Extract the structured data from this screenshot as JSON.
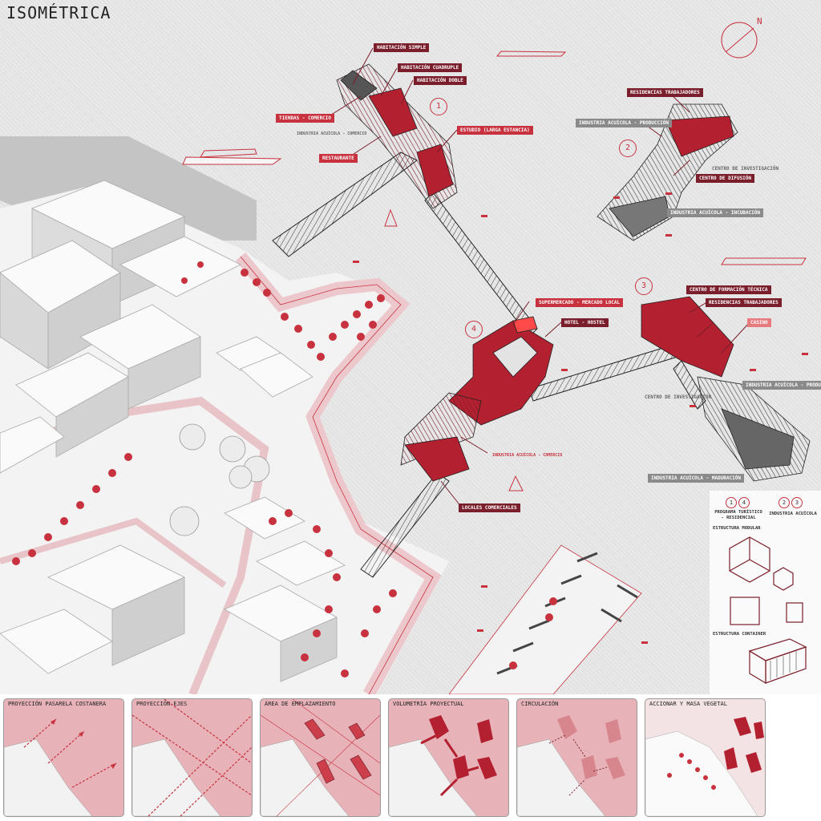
{
  "title": "ISOMÉTRICA",
  "compass": "N",
  "numbers": [
    "1",
    "2",
    "3",
    "4"
  ],
  "labels": {
    "hab_simple": "HABITACIÓN SIMPLE",
    "hab_cuadruple": "HABITACIÓN CUADRUPLE",
    "hab_doble": "HABITACIÓN DOBLE",
    "tiendas": "TIENDAS - COMERCIO",
    "ind_comercio_1": "INDUSTRIA ACUÍCOLA - COMERCIO",
    "estudio": "ESTUDIO (LARGA ESTANCIA)",
    "restaurante": "RESTAURANTE",
    "residencias_2": "RESIDENCIAS TRABAJADORES",
    "ind_produccion_2": "INDUSTRIA ACUÍCOLA - PRODUCCIÓN",
    "centro_invest_2": "CENTRO DE INVESTIGACIÓN",
    "centro_difusion": "CENTRO DE DIFUSIÓN",
    "ind_incubacion": "INDUSTRIA ACUÍCOLA - INCUBACIÓN",
    "centro_formacion": "CENTRO DE FORMACIÓN TÉCNICA",
    "residencias_3": "RESIDENCIAS TRABAJADORES",
    "casino": "CASINO",
    "supermercado": "SUPERMERCADO - MERCADO LOCAL",
    "hotel": "HOTEL - HOSTEL",
    "centro_invest_3": "CENTRO DE INVESTIGACIÓN",
    "ind_produccion_3": "INDUSTRIA ACUÍCOLA - PRODUCCIÓN",
    "ind_comercio_4": "INDUSTRIA ACUÍCOLA - COMERCIO",
    "ind_maduracion": "INDUSTRIA ACUÍCOLA - MADURACIÓN",
    "locales": "LOCALES COMERCIALES"
  },
  "legend": {
    "group_a_nums": [
      "1",
      "4"
    ],
    "group_a_text": "PROGRAMA TURÍSTICO - RESIDENCIAL",
    "group_b_nums": [
      "2",
      "3"
    ],
    "group_b_text": "INDUSTRIA ACUÍCOLA",
    "modular": "ESTRUCTURA MODULAR",
    "container": "ESTRUCTURA CONTAINER"
  },
  "panels": [
    "PROYECCIÓN PASARELA COSTANERA",
    "PROYECCIÓN EJES",
    "ÁREA DE EMPLAZAMIENTO",
    "VOLUMETRÍA PROYECTUAL",
    "CIRCULACIÓN",
    "ACCIONAR Y MASA VEGETAL"
  ],
  "colors": {
    "accent": "#c8323f",
    "dark": "#7a1e2b",
    "salmon": "#e77a7f",
    "pink": "#e7b3b9",
    "gray": "#8a8a8a"
  }
}
